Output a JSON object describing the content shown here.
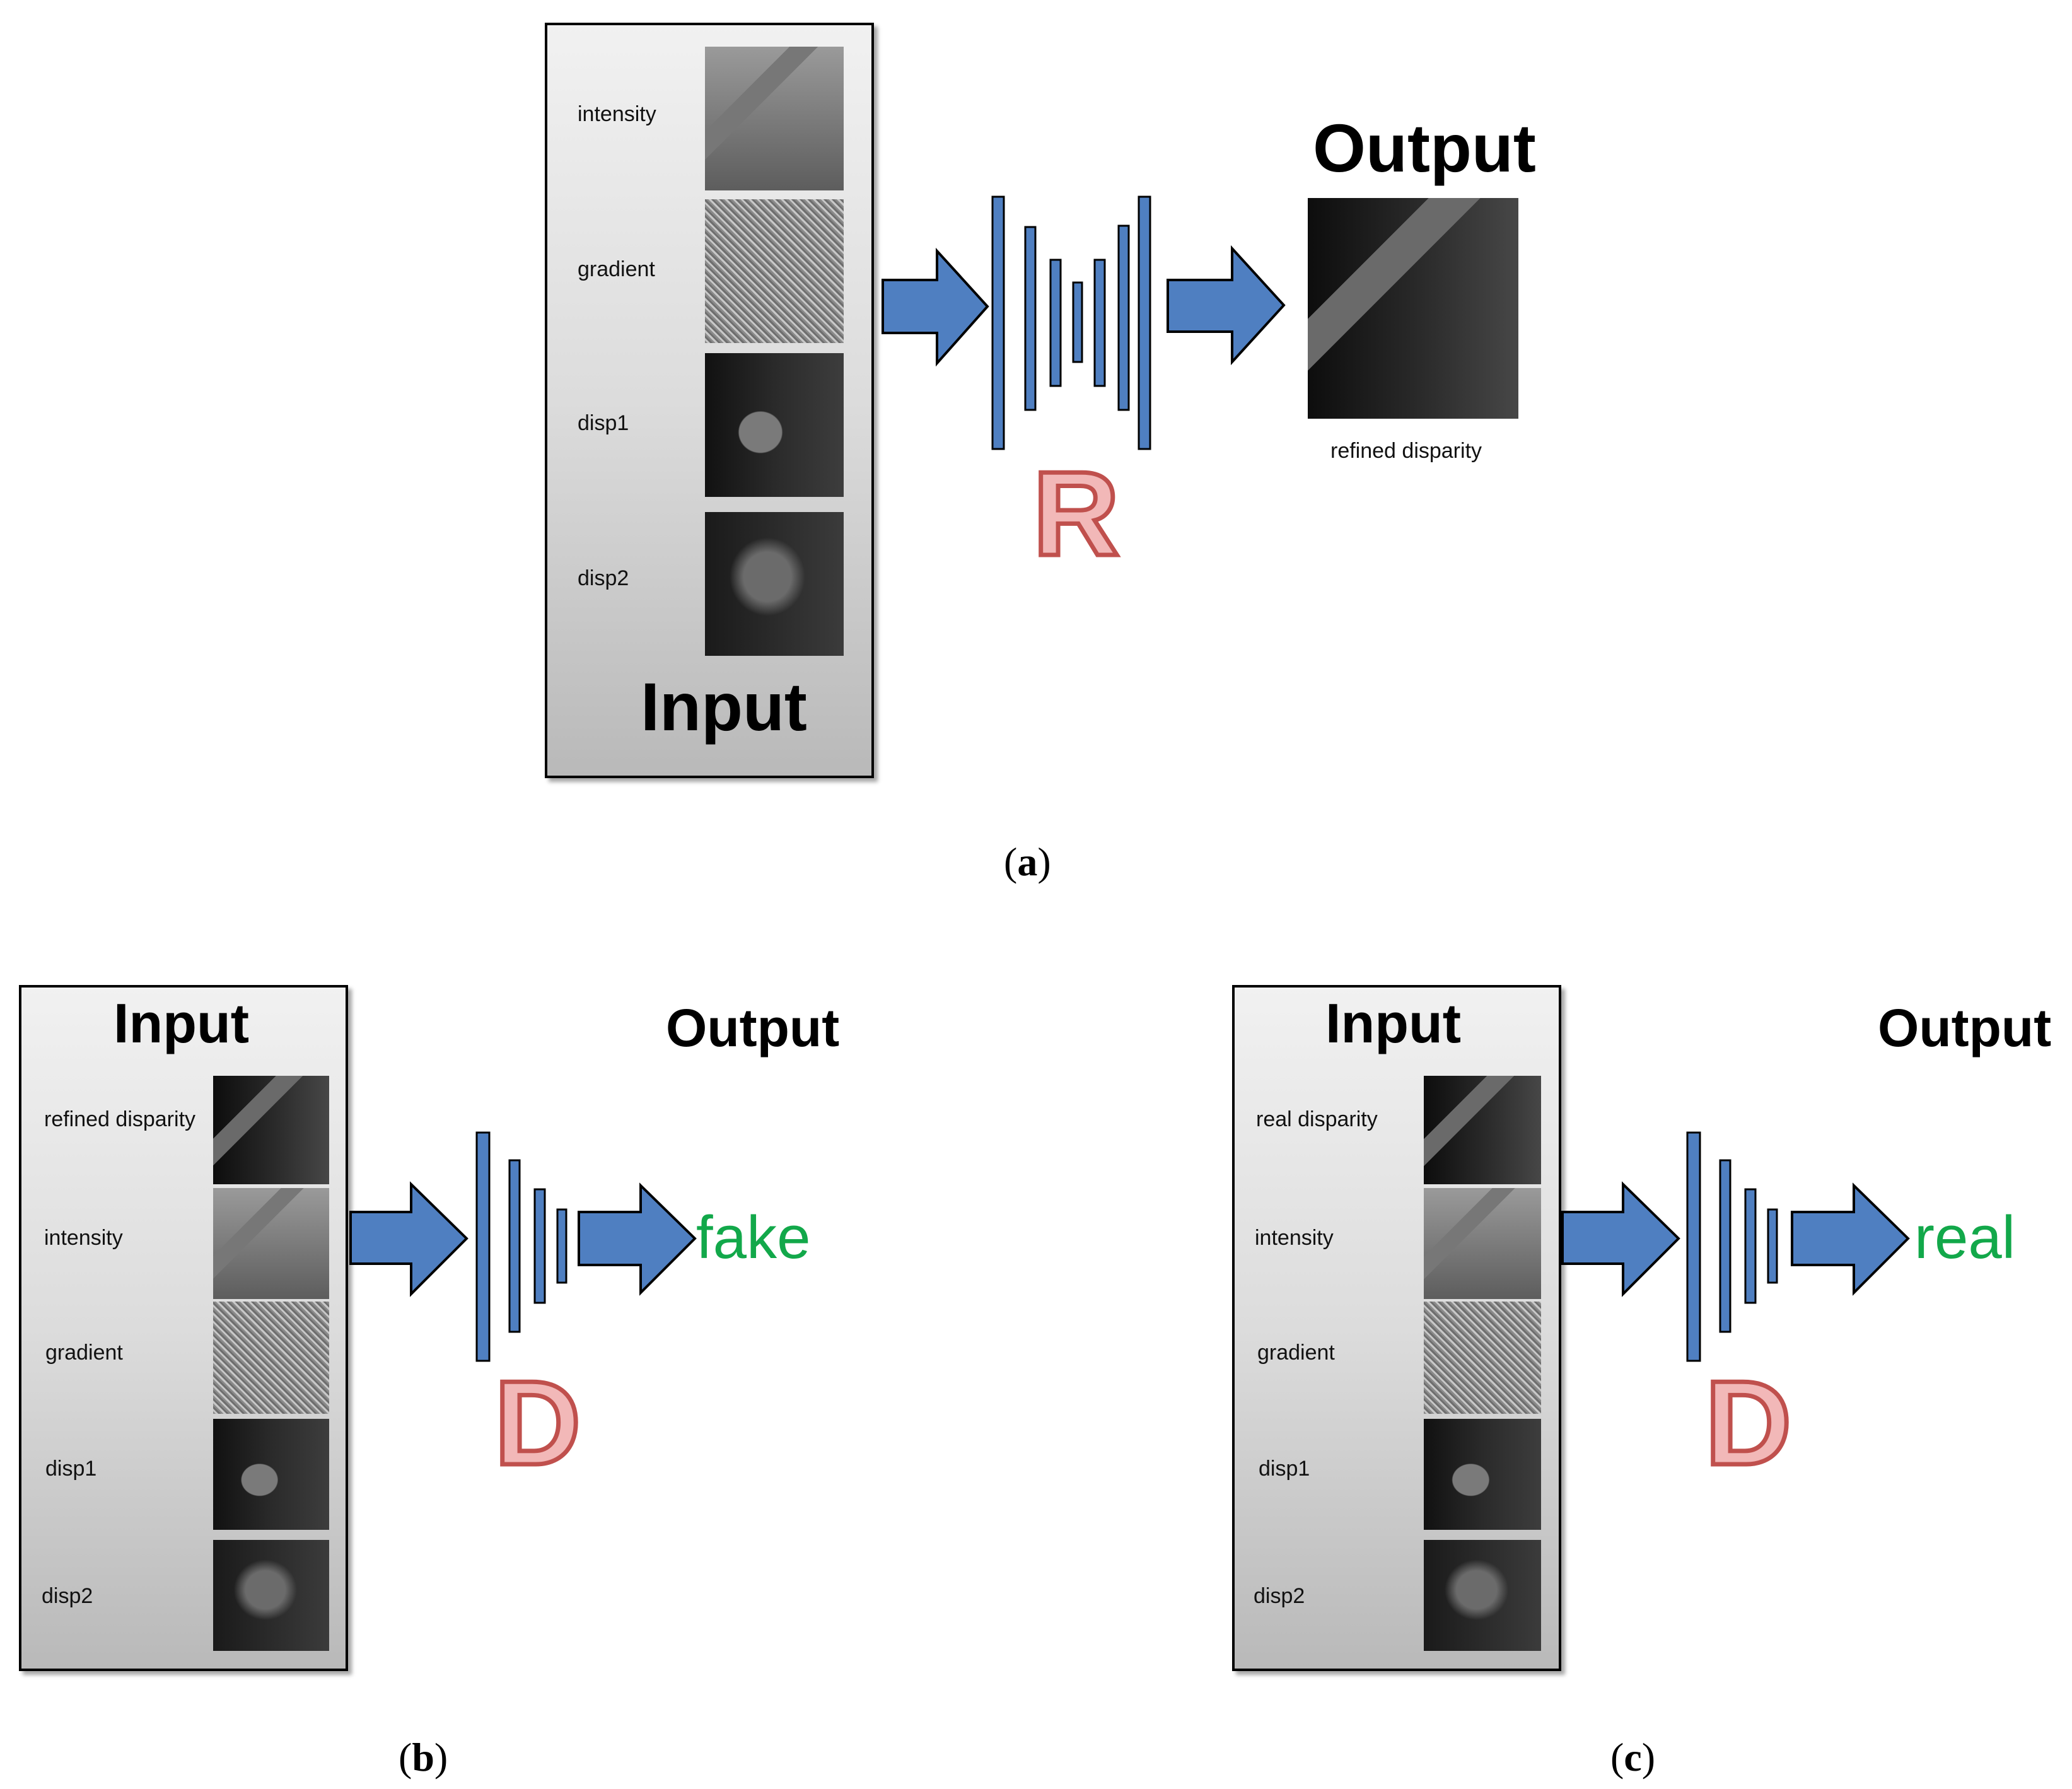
{
  "panel_a": {
    "input_title": "Input",
    "input_labels": [
      "intensity",
      "gradient",
      "disp1",
      "disp2"
    ],
    "output_title": "Output",
    "output_caption": "refined disparity",
    "network_letter": "R",
    "caption_letter": "a"
  },
  "panel_b": {
    "input_title": "Input",
    "input_labels": [
      "refined disparity",
      "intensity",
      "gradient",
      "disp1",
      "disp2"
    ],
    "output_title": "Output",
    "result": "fake",
    "network_letter": "D",
    "caption_letter": "b"
  },
  "panel_c": {
    "input_title": "Input",
    "input_labels": [
      "real disparity",
      "intensity",
      "gradient",
      "disp1",
      "disp2"
    ],
    "output_title": "Output",
    "result": "real",
    "network_letter": "D",
    "caption_letter": "c"
  },
  "colors": {
    "arrow_fill": "#4f7fc1",
    "layer_fill": "#4f7fc1",
    "letter_fill": "#f2b8b8",
    "letter_stroke": "#c0504d",
    "result_green": "#12a84a"
  }
}
